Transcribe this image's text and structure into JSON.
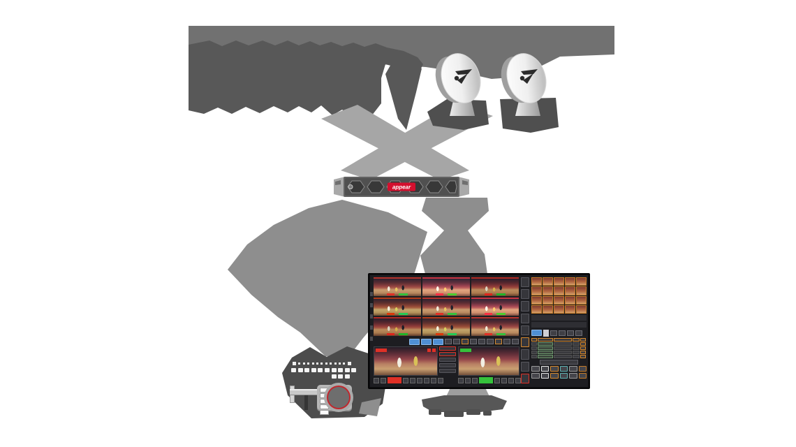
{
  "diagram": {
    "badge": {
      "label": "appear"
    },
    "colors": {
      "topBand": "#717171",
      "darkBlob": "#585858",
      "arrow": "#a6a6a6",
      "blobMid": "#8e8e8e",
      "blobDark": "#4c4c4c",
      "dishShadow": "#4f4f4f",
      "standNeck": "#9e9e9e",
      "standBase": "#575757",
      "captionMark": "#4f4f4f",
      "badgeBg": "#d40f2e",
      "badgeFg": "#ffffff",
      "knobRing": "#c0272d",
      "accentBlue": "#4f8fd4",
      "accentGreen": "#35c23b",
      "accentRed": "#e03026",
      "accentOrange": "#d78a2e"
    },
    "satellite": {
      "count": 2,
      "icon": "satellite-dish-icon"
    }
  },
  "monitor": {
    "edge_buttons": 5,
    "grid": {
      "rows": 3,
      "cols": 3
    },
    "blue_row": {
      "blue": 3,
      "gray": 9
    },
    "mid_buttons": 5,
    "label_col": 9,
    "transport_left": {
      "small": 8,
      "accent_index": 2
    },
    "transport_right": {
      "small": 7,
      "accent_index": 3
    },
    "clip_grid": {
      "rows": 4,
      "cols": 5
    },
    "bin_rows": 2,
    "panel_blue_row": {
      "blue": 1,
      "gray": 4
    },
    "table": {
      "rows": 5,
      "cols": 5
    },
    "bottom_grid": {
      "rows": 2,
      "cols": 6
    }
  },
  "control_panel": {
    "dots": 13,
    "keys": 10,
    "sub_keys": 3
  },
  "jog": {
    "segments": 5
  }
}
